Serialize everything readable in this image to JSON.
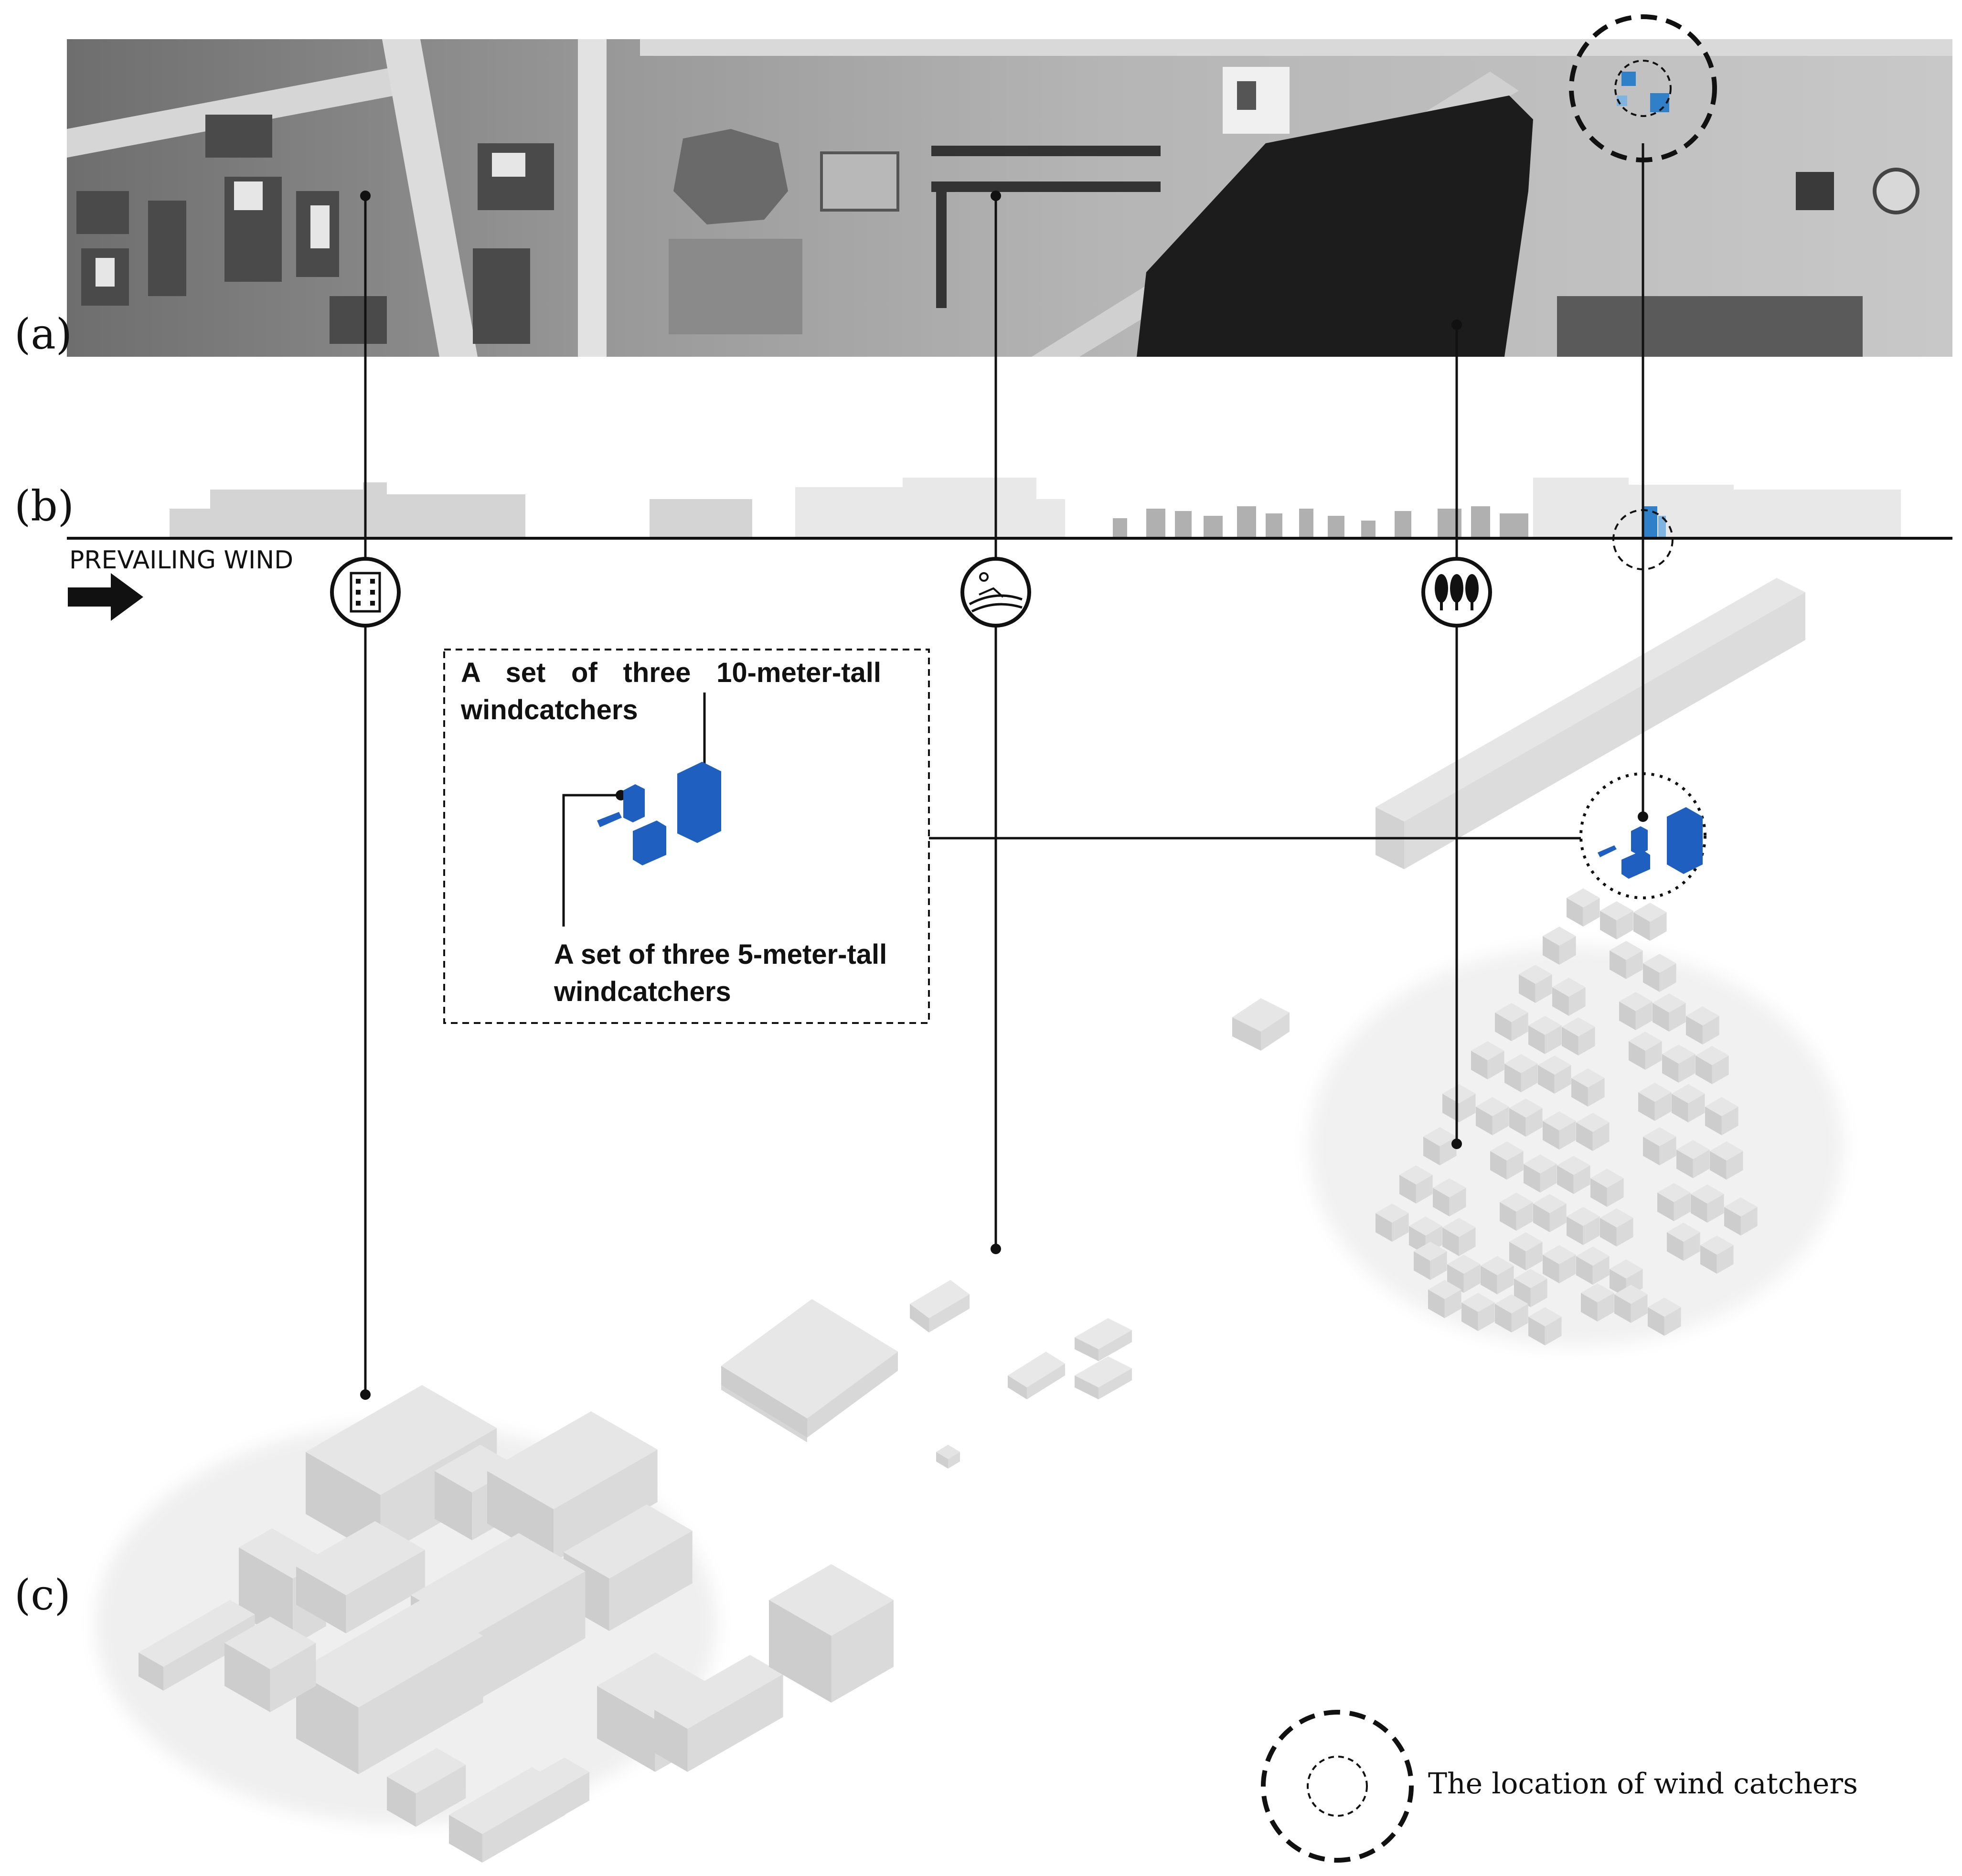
{
  "panel_labels": {
    "a": "(a)",
    "b": "(b)",
    "c": "(c)"
  },
  "wind_label": "PREVAILING WIND",
  "callout": {
    "tall": "A set of three 10-meter-tall windcatchers",
    "short": "A set of three 5-meter-tall windcatchers"
  },
  "legend": {
    "text": "The location of wind catchers"
  },
  "icons": [
    "building-icon",
    "field-icon",
    "trees-icon"
  ],
  "colors": {
    "accent_blue": "#1f5fbf",
    "line": "#111111",
    "building_top": "#e3e3e3",
    "building_side": "#cfcfcf"
  }
}
